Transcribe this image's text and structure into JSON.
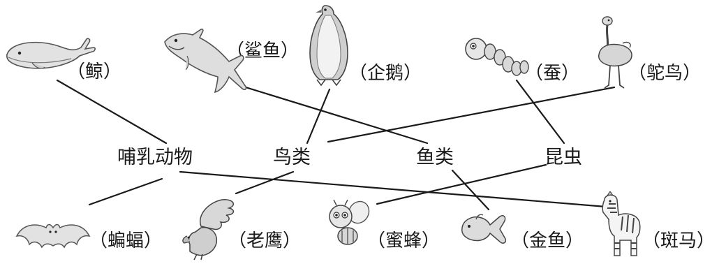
{
  "categories": {
    "mammal": "哺乳动物",
    "bird": "鸟类",
    "fish": "鱼类",
    "insect": "昆虫"
  },
  "animals": {
    "whale": "（鲸）",
    "shark": "（鲨鱼）",
    "penguin": "（企鹅）",
    "silkworm": "（蚕）",
    "ostrich": "（鸵鸟）",
    "bat": "（蝙蝠）",
    "eagle": "（老鹰）",
    "bee": "（蜜蜂）",
    "goldfish": "（金鱼）",
    "zebra": "（斑马）"
  },
  "connections": [
    {
      "from": "whale",
      "to": "mammal"
    },
    {
      "from": "shark",
      "to": "fish"
    },
    {
      "from": "penguin",
      "to": "bird"
    },
    {
      "from": "silkworm",
      "to": "insect"
    },
    {
      "from": "ostrich",
      "to": "bird"
    },
    {
      "from": "bat",
      "to": "mammal"
    },
    {
      "from": "zebra",
      "to": "mammal"
    },
    {
      "from": "eagle",
      "to": "bird"
    },
    {
      "from": "bee",
      "to": "insect"
    },
    {
      "from": "goldfish",
      "to": "fish"
    }
  ]
}
